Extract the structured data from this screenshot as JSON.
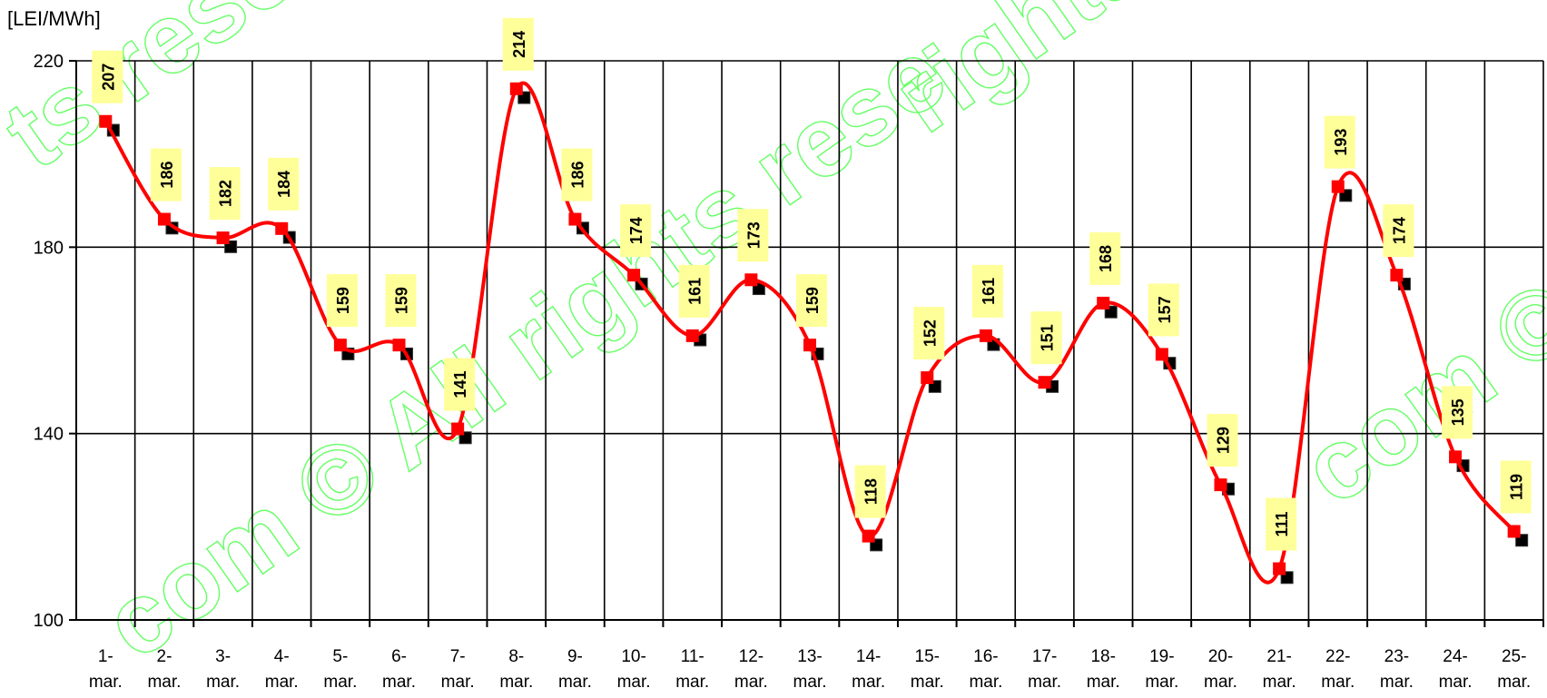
{
  "chart_data": {
    "type": "line",
    "ylabel": "[LEI/MWh]",
    "ylim": [
      100,
      220
    ],
    "yticks": [
      100,
      140,
      180,
      220
    ],
    "grid": true,
    "categories": [
      [
        "1-",
        "mar."
      ],
      [
        "2-",
        "mar."
      ],
      [
        "3-",
        "mar."
      ],
      [
        "4-",
        "mar."
      ],
      [
        "5-",
        "mar."
      ],
      [
        "6-",
        "mar."
      ],
      [
        "7-",
        "mar."
      ],
      [
        "8-",
        "mar."
      ],
      [
        "9-",
        "mar."
      ],
      [
        "10-",
        "mar."
      ],
      [
        "11-",
        "mar."
      ],
      [
        "12-",
        "mar."
      ],
      [
        "13-",
        "mar."
      ],
      [
        "14-",
        "mar."
      ],
      [
        "15-",
        "mar."
      ],
      [
        "16-",
        "mar."
      ],
      [
        "17-",
        "mar."
      ],
      [
        "18-",
        "mar."
      ],
      [
        "19-",
        "mar."
      ],
      [
        "20-",
        "mar."
      ],
      [
        "21-",
        "mar."
      ],
      [
        "22-",
        "mar."
      ],
      [
        "23-",
        "mar."
      ],
      [
        "24-",
        "mar."
      ],
      [
        "25-",
        "mar."
      ]
    ],
    "series": [
      {
        "color": "#ff0000",
        "marker": "square",
        "smooth": true,
        "data_labels": true,
        "values": [
          207,
          186,
          182,
          184,
          159,
          159,
          141,
          214,
          186,
          174,
          161,
          173,
          159,
          118,
          152,
          161,
          151,
          168,
          157,
          129,
          111,
          193,
          174,
          135,
          119
        ]
      },
      {
        "color": "#000000",
        "marker": "square",
        "line": false,
        "values": [
          205,
          184,
          180,
          182,
          157,
          157,
          139,
          212,
          184,
          172,
          160,
          171,
          157,
          116,
          150,
          159,
          150,
          166,
          155,
          128,
          109,
          191,
          172,
          133,
          117
        ]
      }
    ],
    "label_bg_color": "#ffff99"
  },
  "watermark": {
    "text_lines": [
      "rights rese",
      "ts rese",
      "com © All rights rese",
      "com © A"
    ],
    "color": "#66ff66"
  }
}
